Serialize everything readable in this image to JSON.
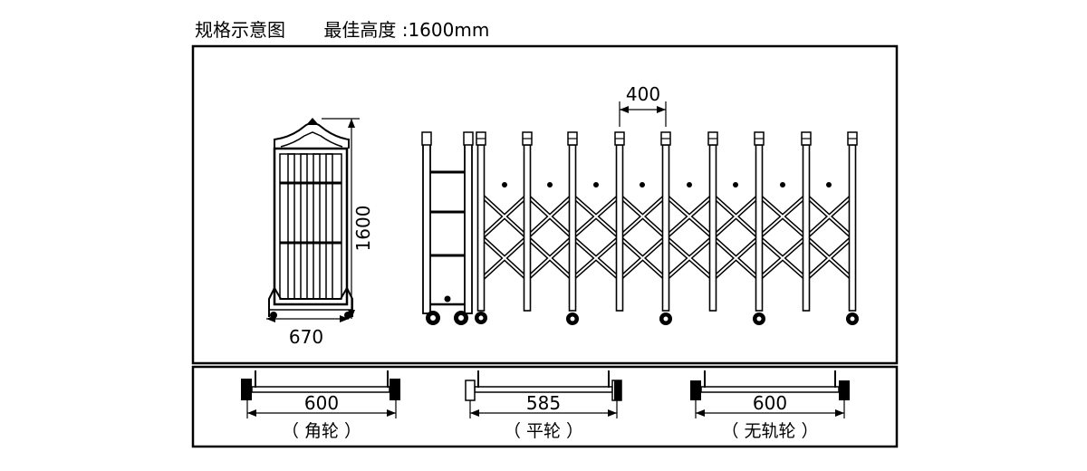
{
  "header": {
    "title": "规格示意图",
    "spec": "最佳高度 :1600mm"
  },
  "front_view": {
    "height_dim": "1600",
    "width_dim": "670"
  },
  "gate_view": {
    "spacing_dim": "400"
  },
  "wheel_types": [
    {
      "dim": "600",
      "label": "（ 角轮 ）"
    },
    {
      "dim": "585",
      "label": "（ 平轮 ）"
    },
    {
      "dim": "600",
      "label": "（ 无轨轮 ）"
    }
  ]
}
